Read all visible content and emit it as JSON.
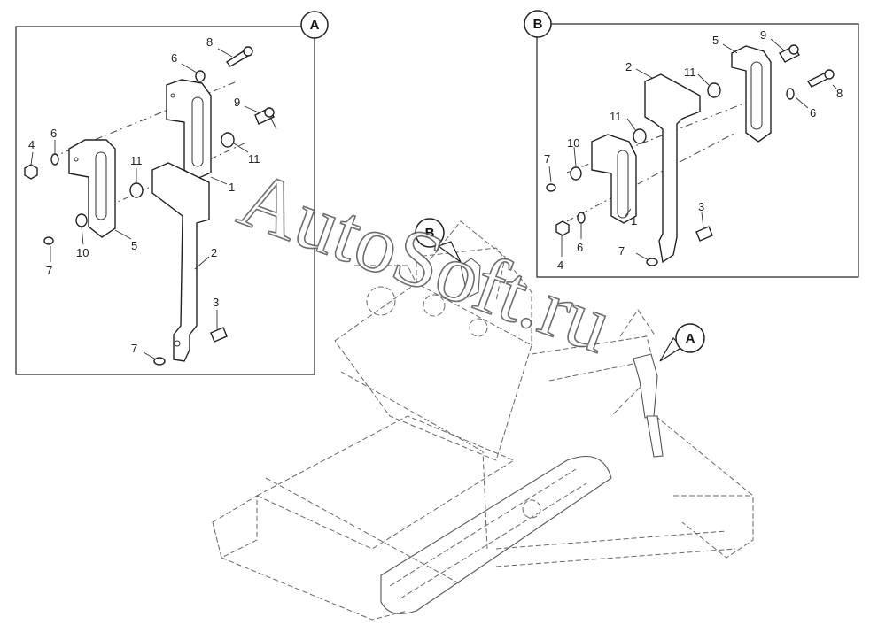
{
  "callouts": {
    "detail_a": "A",
    "detail_b": "B"
  },
  "watermark": "AutoSoft.ru",
  "detail_a": {
    "labels": [
      "8",
      "6",
      "9",
      "4",
      "6",
      "11",
      "11",
      "1",
      "2",
      "5",
      "7",
      "10",
      "3",
      "7"
    ]
  },
  "detail_b": {
    "labels": [
      "5",
      "9",
      "2",
      "11",
      "8",
      "6",
      "11",
      "10",
      "7",
      "1",
      "3",
      "6",
      "4",
      "7"
    ]
  }
}
